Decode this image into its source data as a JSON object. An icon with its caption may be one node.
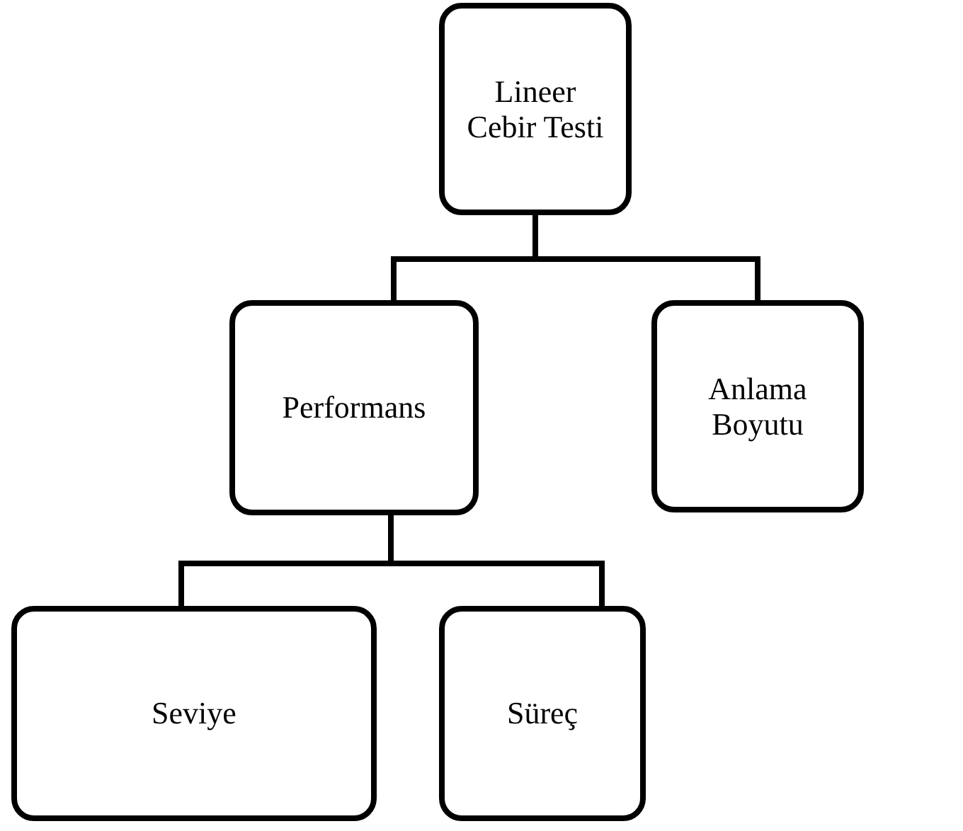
{
  "diagram": {
    "nodes": [
      {
        "text": [
          "Lineer Cebir Testi"
        ]
      },
      {
        "text": [
          "Performans"
        ]
      },
      {
        "text": [
          "Anlama Boyutu"
        ]
      },
      {
        "text": [
          "Seviye"
        ]
      },
      {
        "text": [
          "Süreç"
        ]
      }
    ],
    "edges": [
      {
        "from": 0,
        "to": 1,
        "arrow": "none"
      },
      {
        "from": 0,
        "to": 2,
        "arrow": "none"
      },
      {
        "from": 1,
        "to": 3,
        "arrow": "none"
      },
      {
        "from": 1,
        "to": 4,
        "arrow": "none"
      }
    ]
  }
}
